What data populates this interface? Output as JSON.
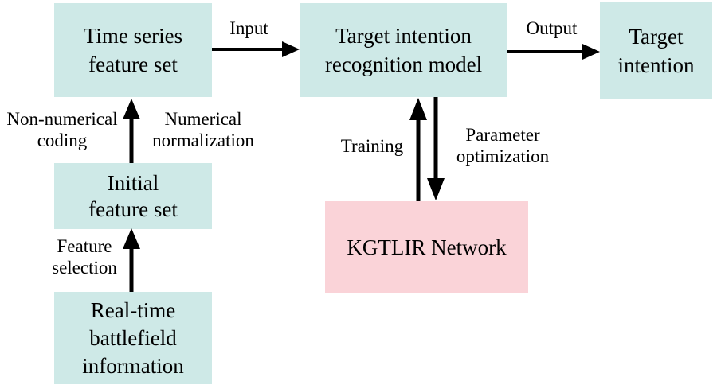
{
  "boxes": {
    "time_series": {
      "label": "Time series\nfeature set"
    },
    "model": {
      "label": "Target intention\nrecognition model"
    },
    "target_intention": {
      "label": "Target\nintention"
    },
    "initial": {
      "label": "Initial\nfeature set"
    },
    "realtime": {
      "label": "Real-time\nbattlefield\ninformation"
    },
    "kgtlir": {
      "label": "KGTLIR Network"
    }
  },
  "arrow_labels": {
    "input": "Input",
    "output": "Output",
    "non_numerical_coding": "Non-numerical\ncoding",
    "numerical_normalization": "Numerical\nnormalization",
    "feature_selection": "Feature\nselection",
    "training": "Training",
    "parameter_optimization": "Parameter\noptimization"
  },
  "colors": {
    "box_teal": "#cee9e7",
    "box_pink": "#fad3d8",
    "arrow": "#000000",
    "text": "#000000",
    "background": "#ffffff"
  }
}
